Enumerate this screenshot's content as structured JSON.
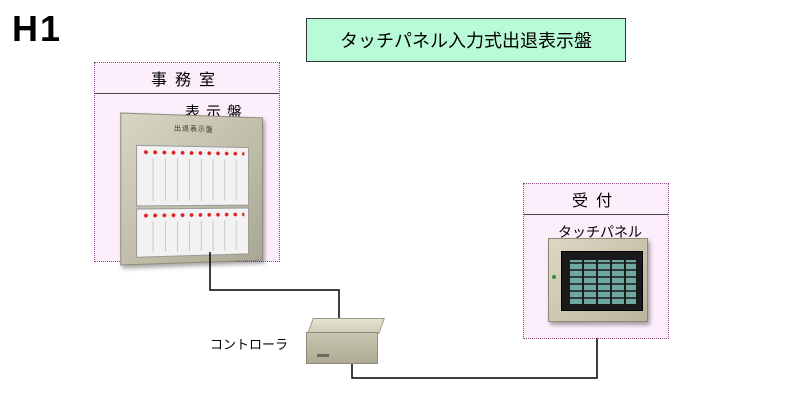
{
  "page_id": "H1",
  "title": "タッチパネル入力式出退表示盤",
  "office": {
    "zone_label": "事務室",
    "device_label": "表示盤",
    "board_caption": "出退表示盤"
  },
  "reception": {
    "zone_label": "受付",
    "device_label": "タッチパネル"
  },
  "controller": {
    "label": "コントローラ"
  },
  "colors": {
    "title_bg": "#b9fbd6",
    "zone_bg": "#fdeefc",
    "zone_border": "#8a4a8a",
    "led": "#e21c1c",
    "wire": "#000000"
  }
}
